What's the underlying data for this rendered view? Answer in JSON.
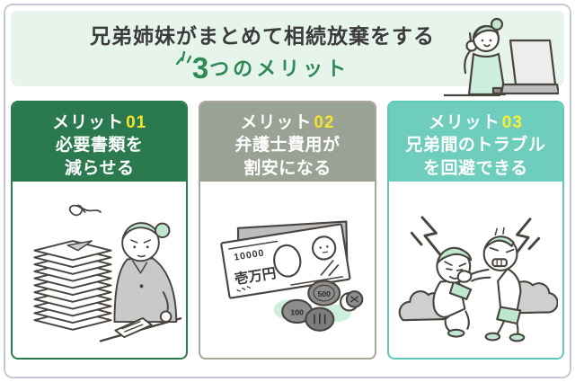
{
  "page": {
    "background": "#ffffff",
    "border_color": "#c7c7da"
  },
  "header": {
    "background": "#e7f4ec",
    "title": "兄弟姉妹がまとめて相続放棄をする",
    "title_color": "#3b3b3b",
    "count": "3",
    "count_suffix": "つのメリット",
    "accent_color": "#2e8a55",
    "illustration": "woman-with-laptop"
  },
  "cards": [
    {
      "label": "メリット",
      "number": "01",
      "number_color": "#f3e42c",
      "title_line1": "必要書類を",
      "title_line2": "減らせる",
      "header_bg": "#2b7a4f",
      "border_color": "#2b7a4f",
      "illustration": "woman-with-paper-stack"
    },
    {
      "label": "メリット",
      "number": "02",
      "number_color": "#f3e42c",
      "title_line1": "弁護士費用が",
      "title_line2": "割安になる",
      "header_bg": "#9aa294",
      "border_color": "#a9a69a",
      "illustration": "banknotes-and-coins"
    },
    {
      "label": "メリット",
      "number": "03",
      "number_color": "#f6ee3a",
      "title_line1": "兄弟間のトラブル",
      "title_line2": "を回避できる",
      "header_bg": "#6fcdbd",
      "border_color": "#5fcabb",
      "illustration": "siblings-fighting"
    }
  ],
  "money_illustration": {
    "note_value": "10000",
    "note_label": "壱万円",
    "coin_large": "500",
    "coin_small": "100"
  }
}
